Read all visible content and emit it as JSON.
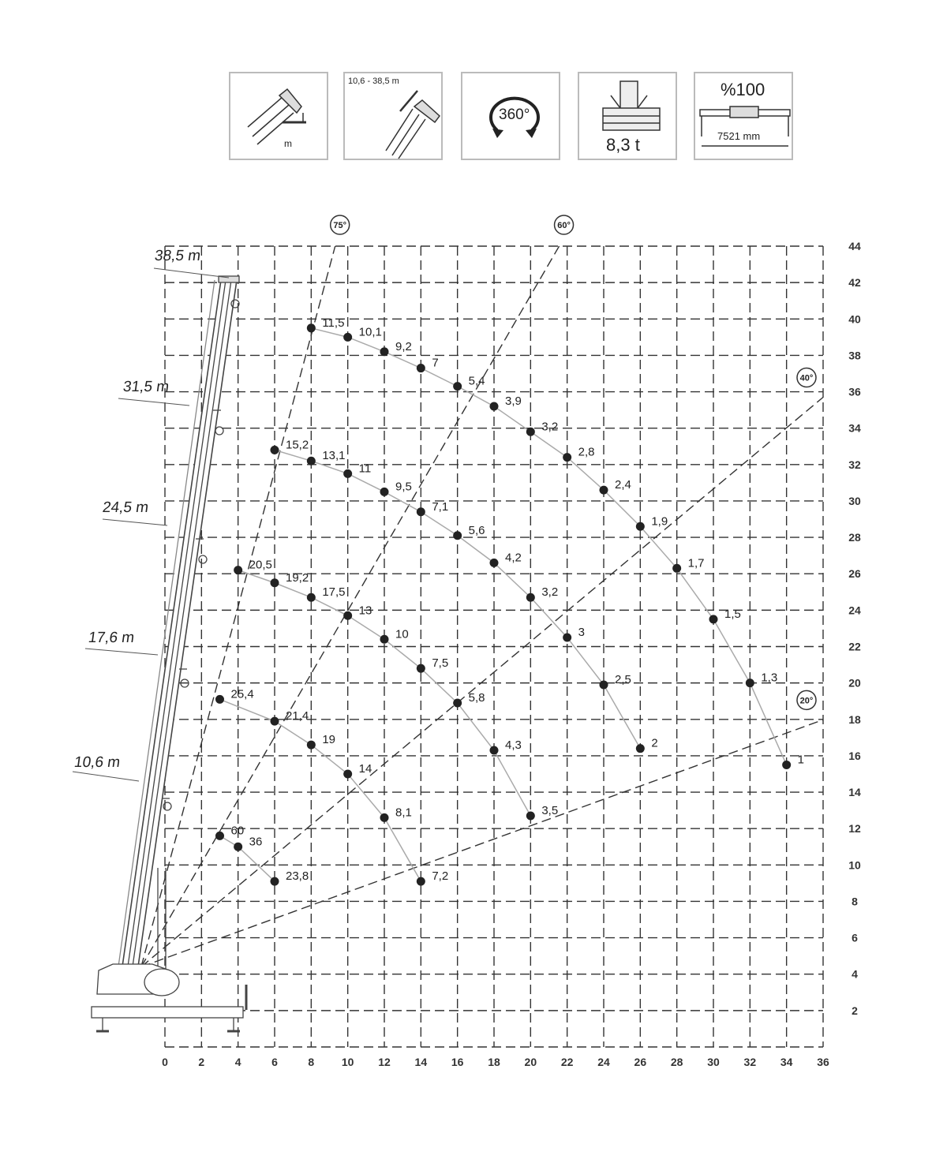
{
  "icons": [
    {
      "name": "radius-icon",
      "label": "m"
    },
    {
      "name": "boom-length-icon",
      "label": "10,6 - 38,5 m"
    },
    {
      "name": "slewing-icon",
      "label": "360°"
    },
    {
      "name": "counterweight-icon",
      "label": "8,3 t"
    },
    {
      "name": "outrigger-icon",
      "label_top": "%100",
      "label": "7521 mm"
    }
  ],
  "chart_data": {
    "type": "scatter",
    "title": "",
    "xlabel": "",
    "ylabel": "",
    "xlim": [
      0,
      36
    ],
    "ylim": [
      0,
      44
    ],
    "x_ticks": [
      "0",
      "2",
      "4",
      "6",
      "8",
      "10",
      "12",
      "14",
      "16",
      "18",
      "20",
      "22",
      "24",
      "26",
      "28",
      "30",
      "32",
      "34",
      "36"
    ],
    "y_ticks": [
      "2",
      "4",
      "6",
      "8",
      "10",
      "12",
      "14",
      "16",
      "18",
      "20",
      "22",
      "24",
      "26",
      "28",
      "30",
      "32",
      "34",
      "36",
      "38",
      "40",
      "42",
      "44"
    ],
    "grid": true,
    "angle_lines": [
      {
        "label": "75°",
        "angle": 75
      },
      {
        "label": "60°",
        "angle": 60
      },
      {
        "label": "40°",
        "angle": 40
      },
      {
        "label": "20°",
        "angle": 20
      }
    ],
    "series": [
      {
        "name": "38,5 m",
        "points": [
          {
            "x": 8,
            "y": 39.5,
            "load": "11,5"
          },
          {
            "x": 10,
            "y": 39,
            "load": "10,1"
          },
          {
            "x": 12,
            "y": 38.2,
            "load": "9,2"
          },
          {
            "x": 14,
            "y": 37.3,
            "load": "7"
          },
          {
            "x": 16,
            "y": 36.3,
            "load": "5,4"
          },
          {
            "x": 18,
            "y": 35.2,
            "load": "3,9"
          },
          {
            "x": 20,
            "y": 33.8,
            "load": "3,2"
          },
          {
            "x": 22,
            "y": 32.4,
            "load": "2,8"
          },
          {
            "x": 24,
            "y": 30.6,
            "load": "2,4"
          },
          {
            "x": 26,
            "y": 28.6,
            "load": "1,9"
          },
          {
            "x": 28,
            "y": 26.3,
            "load": "1,7"
          },
          {
            "x": 30,
            "y": 23.5,
            "load": "1,5"
          },
          {
            "x": 32,
            "y": 20,
            "load": "1,3"
          },
          {
            "x": 34,
            "y": 15.5,
            "load": "1"
          }
        ]
      },
      {
        "name": "31,5 m",
        "points": [
          {
            "x": 6,
            "y": 32.8,
            "load": "15,2"
          },
          {
            "x": 8,
            "y": 32.2,
            "load": "13,1"
          },
          {
            "x": 10,
            "y": 31.5,
            "load": "11"
          },
          {
            "x": 12,
            "y": 30.5,
            "load": "9,5"
          },
          {
            "x": 14,
            "y": 29.4,
            "load": "7,1"
          },
          {
            "x": 16,
            "y": 28.1,
            "load": "5,6"
          },
          {
            "x": 18,
            "y": 26.6,
            "load": "4,2"
          },
          {
            "x": 20,
            "y": 24.7,
            "load": "3,2"
          },
          {
            "x": 22,
            "y": 22.5,
            "load": "3"
          },
          {
            "x": 24,
            "y": 19.9,
            "load": "2,5"
          },
          {
            "x": 26,
            "y": 16.4,
            "load": "2"
          }
        ]
      },
      {
        "name": "24,5 m",
        "points": [
          {
            "x": 4,
            "y": 26.2,
            "load": "20,5"
          },
          {
            "x": 6,
            "y": 25.5,
            "load": "19,2"
          },
          {
            "x": 8,
            "y": 24.7,
            "load": "17,5"
          },
          {
            "x": 10,
            "y": 23.7,
            "load": "13"
          },
          {
            "x": 12,
            "y": 22.4,
            "load": "10"
          },
          {
            "x": 14,
            "y": 20.8,
            "load": "7,5"
          },
          {
            "x": 16,
            "y": 18.9,
            "load": "5,8"
          },
          {
            "x": 18,
            "y": 16.3,
            "load": "4,3"
          },
          {
            "x": 20,
            "y": 12.7,
            "load": "3,5"
          }
        ]
      },
      {
        "name": "17,6 m",
        "points": [
          {
            "x": 3,
            "y": 19.1,
            "load": "25,4"
          },
          {
            "x": 6,
            "y": 17.9,
            "load": "21,4"
          },
          {
            "x": 8,
            "y": 16.6,
            "load": "19"
          },
          {
            "x": 10,
            "y": 15,
            "load": "14"
          },
          {
            "x": 12,
            "y": 12.6,
            "load": "8,1"
          },
          {
            "x": 14,
            "y": 9.1,
            "load": "7,2"
          }
        ]
      },
      {
        "name": "10,6 m",
        "points": [
          {
            "x": 3,
            "y": 11.6,
            "load": "60"
          },
          {
            "x": 4,
            "y": 11,
            "load": "36"
          },
          {
            "x": 6,
            "y": 9.1,
            "load": "23,8"
          }
        ]
      }
    ]
  }
}
